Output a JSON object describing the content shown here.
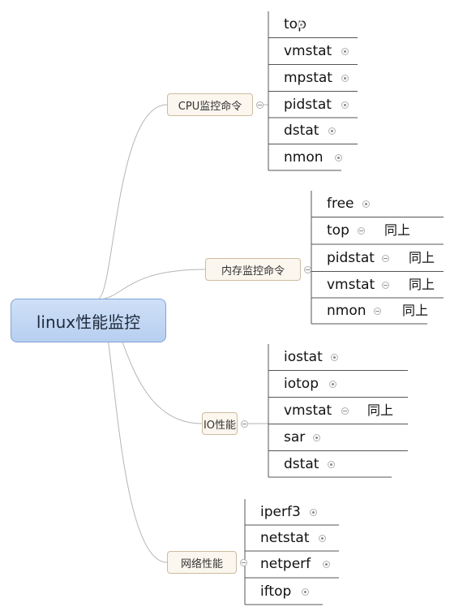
{
  "root": {
    "label": "linux性能监控"
  },
  "categories": [
    {
      "label": "CPU监控命令",
      "items": [
        {
          "label": "top",
          "note": ""
        },
        {
          "label": "vmstat",
          "note": ""
        },
        {
          "label": "mpstat",
          "note": ""
        },
        {
          "label": "pidstat",
          "note": ""
        },
        {
          "label": "dstat",
          "note": ""
        },
        {
          "label": "nmon",
          "note": ""
        }
      ]
    },
    {
      "label": "内存监控命令",
      "items": [
        {
          "label": "free",
          "note": ""
        },
        {
          "label": "top",
          "note": "同上"
        },
        {
          "label": "pidstat",
          "note": "同上"
        },
        {
          "label": "vmstat",
          "note": "同上"
        },
        {
          "label": "nmon",
          "note": "同上"
        }
      ]
    },
    {
      "label": "IO性能",
      "items": [
        {
          "label": "iostat",
          "note": ""
        },
        {
          "label": "iotop",
          "note": ""
        },
        {
          "label": "vmstat",
          "note": "同上"
        },
        {
          "label": "sar",
          "note": ""
        },
        {
          "label": "dstat",
          "note": ""
        }
      ]
    },
    {
      "label": "网络性能",
      "items": [
        {
          "label": "iperf3",
          "note": ""
        },
        {
          "label": "netstat",
          "note": ""
        },
        {
          "label": "netperf",
          "note": ""
        },
        {
          "label": "iftop",
          "note": ""
        }
      ]
    }
  ],
  "colors": {
    "line": "#b5b5b5",
    "root_fill": "#c4d8f3",
    "root_border": "#7fa3d6",
    "category_fill": "#fbf6ee",
    "category_border": "#cdbb9f"
  }
}
